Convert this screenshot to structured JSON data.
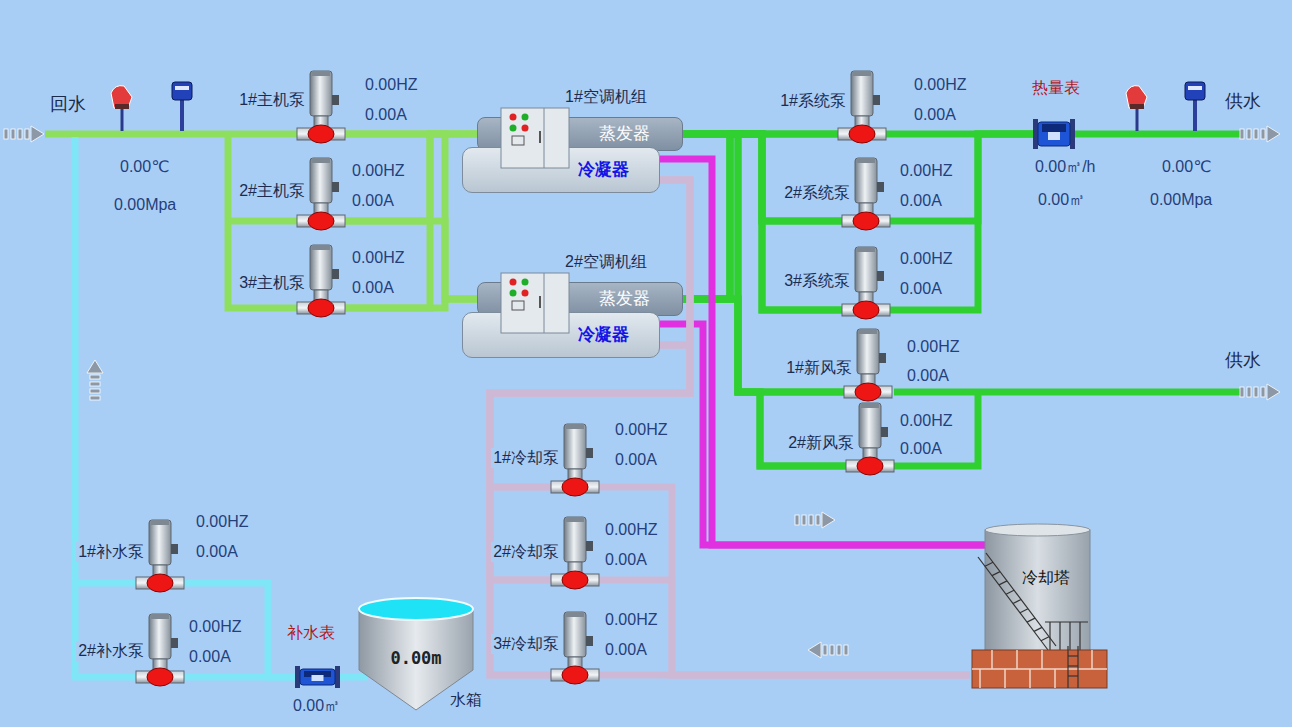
{
  "diagram": {
    "nodes": [
      {
        "text": [
          "1#主机泵",
          "0.00HZ",
          "0.00A"
        ]
      },
      {
        "text": [
          "2#主机泵",
          "0.00HZ",
          "0.00A"
        ]
      },
      {
        "text": [
          "3#主机泵",
          "0.00HZ",
          "0.00A"
        ]
      },
      {
        "text": [
          "1#空调机组"
        ]
      },
      {
        "text": [
          "蒸发器"
        ],
        "in": 3
      },
      {
        "text": [
          "冷凝器"
        ],
        "in": 3
      },
      {
        "text": [
          "2#空调机组"
        ]
      },
      {
        "text": [
          "蒸发器"
        ],
        "in": 6
      },
      {
        "text": [
          "冷凝器"
        ],
        "in": 6
      },
      {
        "text": [
          "1#系统泵",
          "0.00HZ",
          "0.00A"
        ]
      },
      {
        "text": [
          "2#系统泵",
          "0.00HZ",
          "0.00A"
        ]
      },
      {
        "text": [
          "3#系统泵",
          "0.00HZ",
          "0.00A"
        ]
      },
      {
        "text": [
          "热量表",
          "0.00㎥/h",
          "0.00㎥"
        ]
      },
      {
        "text": [
          "1#新风泵",
          "0.00HZ",
          "0.00A"
        ]
      },
      {
        "text": [
          "2#新风泵",
          "0.00HZ",
          "0.00A"
        ]
      },
      {
        "text": [
          "1#冷却泵",
          "0.00HZ",
          "0.00A"
        ]
      },
      {
        "text": [
          "2#冷却泵",
          "0.00HZ",
          "0.00A"
        ]
      },
      {
        "text": [
          "3#冷却泵",
          "0.00HZ",
          "0.00A"
        ]
      },
      {
        "text": [
          "冷却塔"
        ]
      },
      {
        "text": [
          "1#补水泵",
          "0.00HZ",
          "0.00A"
        ]
      },
      {
        "text": [
          "2#补水泵",
          "0.00HZ",
          "0.00A"
        ]
      },
      {
        "text": [
          "补水表",
          "0.00㎥"
        ]
      },
      {
        "text": [
          "0.00m",
          "水箱"
        ]
      }
    ],
    "edges": [
      {
        "from": 0,
        "to": 4,
        "arrow": "none"
      },
      {
        "from": 0,
        "to": 7,
        "arrow": "none"
      },
      {
        "from": 1,
        "to": 4,
        "arrow": "none"
      },
      {
        "from": 1,
        "to": 7,
        "arrow": "none"
      },
      {
        "from": 2,
        "to": 4,
        "arrow": "none"
      },
      {
        "from": 2,
        "to": 7,
        "arrow": "none"
      },
      {
        "from": 4,
        "to": 9,
        "arrow": "none"
      },
      {
        "from": 4,
        "to": 10,
        "arrow": "none"
      },
      {
        "from": 4,
        "to": 11,
        "arrow": "none"
      },
      {
        "from": 7,
        "to": 9,
        "arrow": "none"
      },
      {
        "from": 7,
        "to": 10,
        "arrow": "none"
      },
      {
        "from": 7,
        "to": 11,
        "arrow": "none"
      },
      {
        "from": 4,
        "to": 13,
        "arrow": "none"
      },
      {
        "from": 4,
        "to": 14,
        "arrow": "none"
      },
      {
        "from": 7,
        "to": 13,
        "arrow": "none"
      },
      {
        "from": 7,
        "to": 14,
        "arrow": "none"
      },
      {
        "from": 9,
        "to": 12,
        "arrow": "none"
      },
      {
        "from": 10,
        "to": 12,
        "arrow": "none"
      },
      {
        "from": 11,
        "to": 12,
        "arrow": "none"
      },
      {
        "from": 5,
        "to": 18,
        "arrow": "none"
      },
      {
        "from": 8,
        "to": 18,
        "arrow": "none"
      },
      {
        "from": 18,
        "to": 15,
        "arrow": "none"
      },
      {
        "from": 18,
        "to": 16,
        "arrow": "none"
      },
      {
        "from": 18,
        "to": 17,
        "arrow": "none"
      },
      {
        "from": 15,
        "to": 5,
        "arrow": "none"
      },
      {
        "from": 15,
        "to": 8,
        "arrow": "none"
      },
      {
        "from": 16,
        "to": 5,
        "arrow": "none"
      },
      {
        "from": 16,
        "to": 8,
        "arrow": "none"
      },
      {
        "from": 17,
        "to": 5,
        "arrow": "none"
      },
      {
        "from": 17,
        "to": 8,
        "arrow": "none"
      },
      {
        "from": 22,
        "to": 21,
        "arrow": "none"
      },
      {
        "from": 21,
        "to": 19,
        "arrow": "none"
      },
      {
        "from": 21,
        "to": 20,
        "arrow": "none"
      }
    ],
    "labels": [
      "回水",
      "0.00℃",
      "0.00Mpa",
      "供水",
      "0.00℃",
      "0.00Mpa",
      "供水"
    ]
  }
}
